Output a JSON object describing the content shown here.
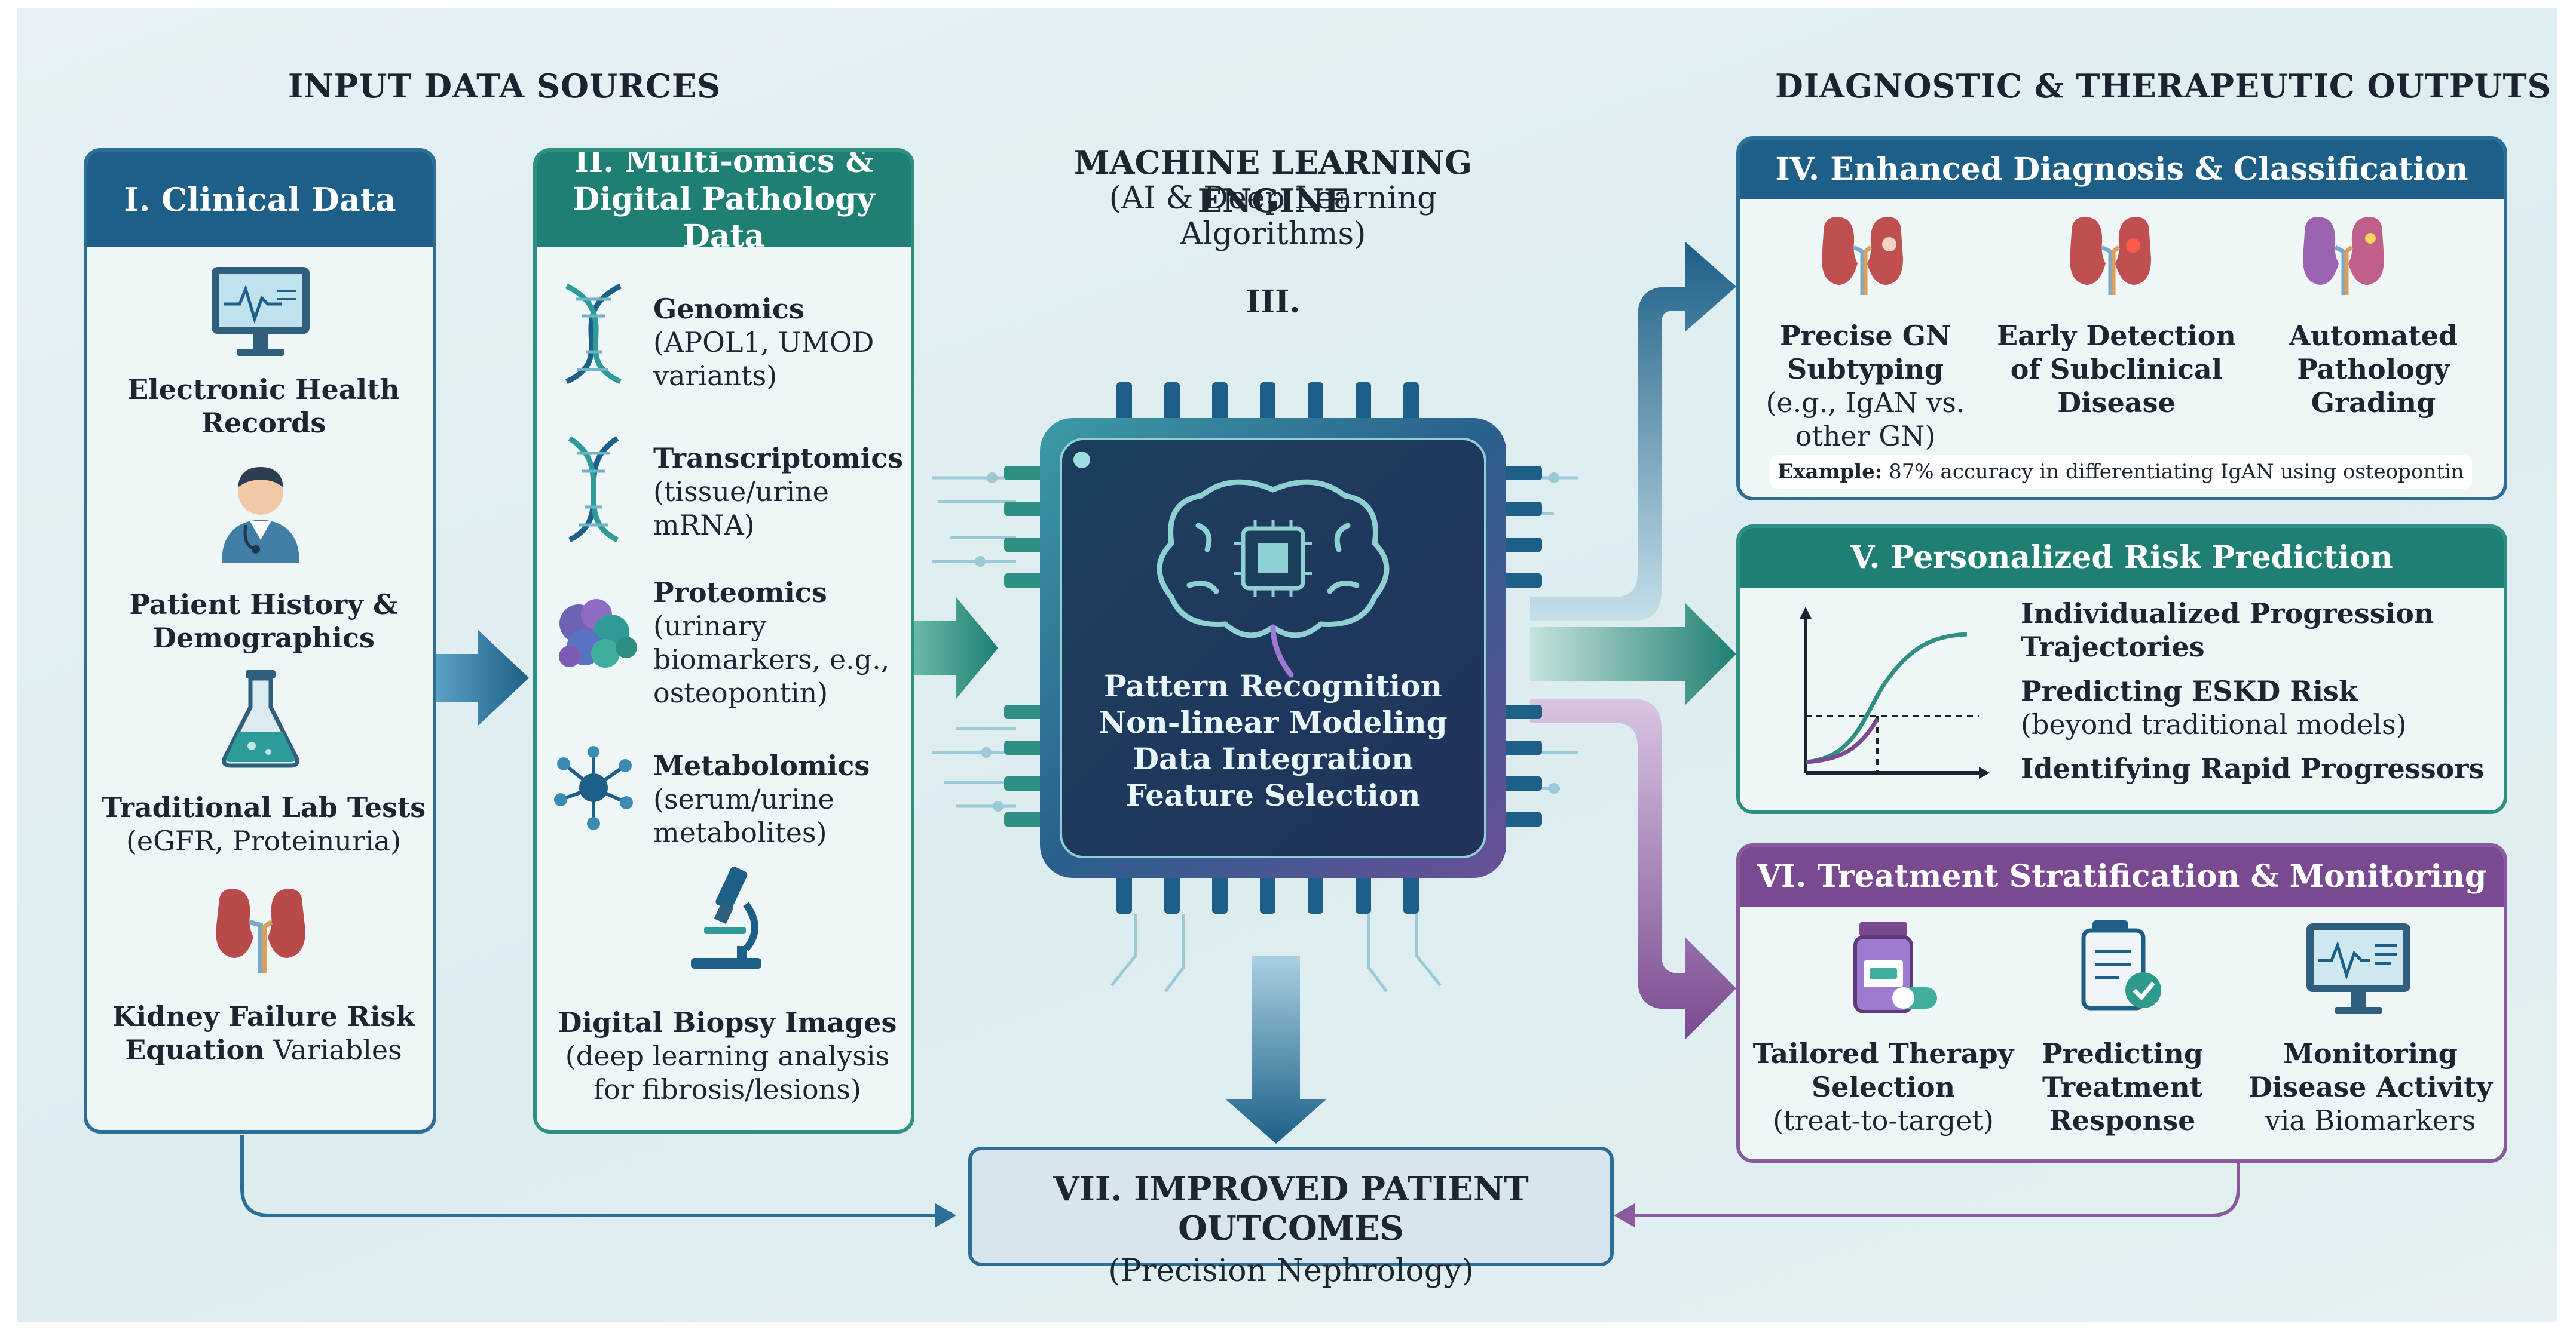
{
  "headers": {
    "inputs": "INPUT DATA SOURCES",
    "outputs": "DIAGNOSTIC & THERAPEUTIC OUTPUTS",
    "engine_title": "MACHINE LEARNING ENGINE",
    "engine_subtitle": "(AI & Deep Learning Algorithms)",
    "engine_numeral": "III."
  },
  "clinical": {
    "title": "I. Clinical Data",
    "items": [
      {
        "bold": "Electronic Health Records",
        "icon": "monitor-icon"
      },
      {
        "bold": "Patient History & Demographics",
        "icon": "doctor-icon"
      },
      {
        "bold": "Traditional Lab Tests",
        "normal": "(eGFR, Proteinuria)",
        "icon": "flask-icon"
      },
      {
        "bold": "Kidney Failure Risk Equation",
        "normal": "Variables",
        "icon": "kidney-icon"
      }
    ]
  },
  "omics": {
    "title_line1": "II. Multi-omics &",
    "title_line2": "Digital Pathology Data",
    "items": [
      {
        "bold": "Genomics",
        "normal": "(APOL1, UMOD variants)",
        "icon": "dna-icon"
      },
      {
        "bold": "Transcriptomics",
        "normal": "(tissue/urine mRNA)",
        "icon": "rna-icon"
      },
      {
        "bold": "Proteomics",
        "normal": "(urinary biomarkers, e.g., osteopontin)",
        "icon": "protein-icon"
      },
      {
        "bold": "Metabolomics",
        "normal": "(serum/urine metabolites)",
        "icon": "molecule-icon"
      },
      {
        "bold": "Digital Biopsy Images",
        "normal": "(deep learning analysis for fibrosis/lesions)",
        "icon": "microscope-icon"
      }
    ]
  },
  "engine": {
    "lines": [
      "Pattern Recognition",
      "Non-linear Modeling",
      "Data Integration",
      "Feature Selection"
    ]
  },
  "diagnosis": {
    "title": "IV. Enhanced Diagnosis & Classification",
    "items": [
      {
        "bold": "Precise GN Subtyping",
        "normal": "(e.g., IgAN vs. other GN)",
        "icon": "kidney-icon"
      },
      {
        "bold": "Early Detection of Subclinical Disease",
        "icon": "kidney-lesion-icon"
      },
      {
        "bold": "Automated Pathology Grading",
        "icon": "kidney-grading-icon"
      }
    ],
    "example_label": "Example:",
    "example_text": "87% accuracy in differentiating IgAN using osteopontin"
  },
  "risk": {
    "title": "V. Personalized Risk Prediction",
    "items": [
      {
        "bold": "Individualized Progression Trajectories"
      },
      {
        "bold": "Predicting ESKD Risk",
        "normal": "(beyond traditional models)"
      },
      {
        "bold": "Identifying Rapid Progressors"
      }
    ]
  },
  "treatment": {
    "title": "VI. Treatment Stratification & Monitoring",
    "items": [
      {
        "bold": "Tailored Therapy Selection",
        "normal": "(treat-to-target)",
        "icon": "medication-icon"
      },
      {
        "bold": "Predicting Treatment Response",
        "icon": "clipboard-check-icon"
      },
      {
        "bold": "Monitoring Disease Activity",
        "normal": "via Biomarkers",
        "icon": "monitor-icon"
      }
    ]
  },
  "outcome": {
    "title": "VII. IMPROVED PATIENT OUTCOMES",
    "subtitle": "(Precision Nephrology)"
  },
  "colors": {
    "blue": "#1d5f86",
    "teal": "#1f7f73",
    "purple": "#7a4a91",
    "background": "#e2eff2"
  }
}
